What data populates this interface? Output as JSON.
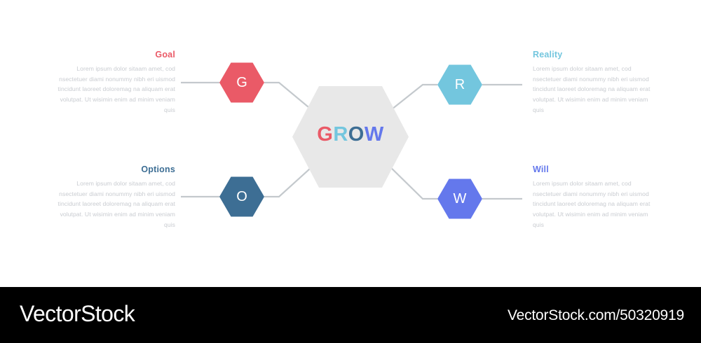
{
  "canvas": {
    "background": "#ffffff",
    "center": {
      "word": "GROW",
      "hex_fill": "#e8e8e8",
      "letters": [
        {
          "char": "G",
          "color": "#ea5a67"
        },
        {
          "char": "R",
          "color": "#73c6de"
        },
        {
          "char": "O",
          "color": "#3d6e94"
        },
        {
          "char": "W",
          "color": "#6478ec"
        }
      ]
    },
    "connector_color": "#c4c9cd"
  },
  "nodes": [
    {
      "id": "goal",
      "letter": "G",
      "title": "Goal",
      "body": "Lorem ipsum dolor sitaam amet, cod nsectetuer diami nonummy  nibh eri uismod tincidunt laoreet doloremag na aliquam erat volutpat. Ut wisimin enim ad minim veniam quis",
      "color": "#ea5a67",
      "side": "left",
      "row": "top"
    },
    {
      "id": "reality",
      "letter": "R",
      "title": "Reality",
      "body": "Lorem ipsum dolor sitaam amet, cod nsectetuer diami nonummy  nibh eri uismod tincidunt laoreet doloremag na aliquam erat volutpat. Ut wisimin enim ad minim veniam quis",
      "color": "#73c6de",
      "side": "right",
      "row": "top"
    },
    {
      "id": "options",
      "letter": "O",
      "title": "Options",
      "body": "Lorem ipsum dolor sitaam amet, cod nsectetuer diami nonummy  nibh eri uismod tincidunt laoreet doloremag na aliquam erat volutpat. Ut wisimin enim ad minim veniam quis",
      "color": "#3d6e94",
      "side": "left",
      "row": "bottom"
    },
    {
      "id": "will",
      "letter": "W",
      "title": "Will",
      "body": "Lorem ipsum dolor sitaam amet, cod nsectetuer diami nonummy  nibh eri uismod tincidunt laoreet doloremag na aliquam erat volutpat. Ut wisimin enim ad minim veniam quis",
      "color": "#6478ec",
      "side": "right",
      "row": "bottom"
    }
  ],
  "watermark": {
    "brand": "VectorStock",
    "url": "VectorStock.com/50320919",
    "background": "#000000",
    "text_color": "#ffffff"
  }
}
